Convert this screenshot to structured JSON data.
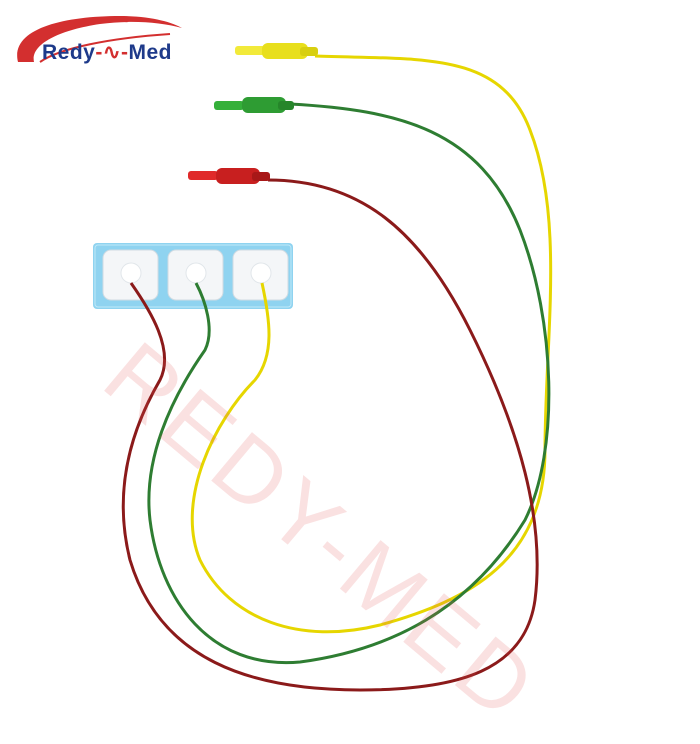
{
  "logo": {
    "part1": "Redy",
    "part2": "Med",
    "brand_red": "#d32f2f",
    "brand_blue": "#1e3a8a"
  },
  "watermark": {
    "text": "REDY-MED"
  },
  "product": {
    "electrode_count": 3,
    "lead_colors": [
      "#8b1a1a",
      "#2e7d32",
      "#e6d600"
    ],
    "pad_color": "#8fd3f0"
  }
}
